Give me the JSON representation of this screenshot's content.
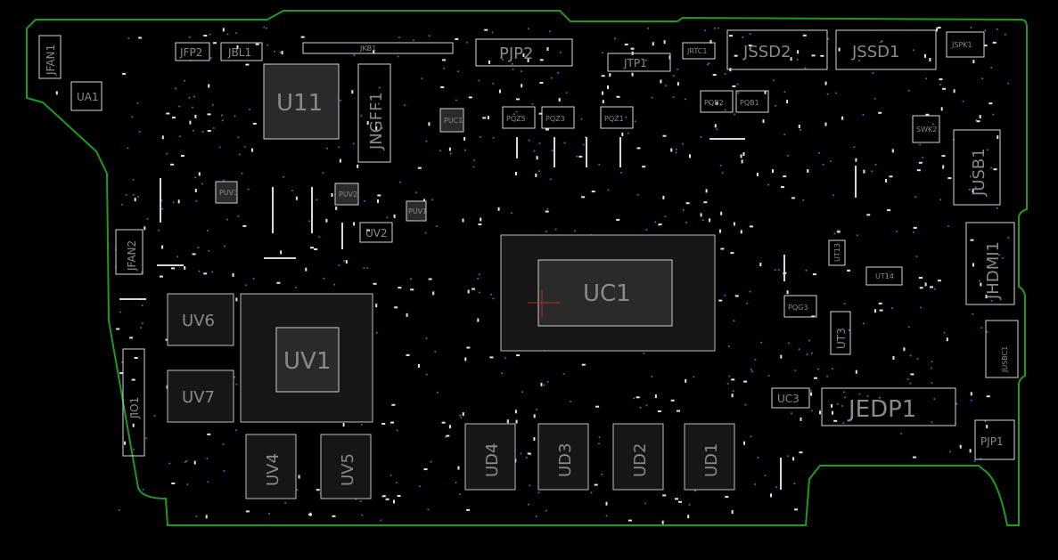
{
  "board": {
    "outline_color": "#1f9a1f",
    "component_color": "#d8d8d8",
    "label_color": "#8a8a8a",
    "via_color": "#2a7fa8"
  },
  "labels": {
    "JFAN1": "JFAN1",
    "UA1": "UA1",
    "JFP2": "JFP2",
    "JBL1": "JBL1",
    "JKB1": "JKB1",
    "U11": "U11",
    "JNGFF1": "JNGFF1",
    "PJP2": "PJP2",
    "JTP1": "JTP1",
    "JRTC1": "JRTC1",
    "JSSD2": "JSSD2",
    "JSSD1": "JSSD1",
    "JSPK1": "JSPK1",
    "JUSB1": "JUSB1",
    "JHDMI1": "JHDMI1",
    "JUSBC1": "JUSBC1",
    "PJP1": "PJP1",
    "JEDP1": "JEDP1",
    "UC1": "UC1",
    "UC3": "UC3",
    "UT3": "UT3",
    "UT14": "UT14",
    "UT13": "UT13",
    "UV1": "UV1",
    "UV2": "UV2",
    "UV4": "UV4",
    "UV5": "UV5",
    "UV6": "UV6",
    "UV7": "UV7",
    "UD1": "UD1",
    "UD2": "UD2",
    "UD3": "UD3",
    "UD4": "UD4",
    "JIO1": "JIO1",
    "JFAN2": "JFAN2",
    "PUV3": "PUV3",
    "PUV2": "PUV2",
    "PUV1": "PUV1",
    "PUC1": "PUC1",
    "PQZ5": "PQZ5",
    "PQZ3": "PQZ3",
    "PQZ1": "PQZ1",
    "PQB2": "PQB2",
    "PQB1": "PQB1",
    "PQG3": "PQG3",
    "SWK2": "SWK2"
  }
}
